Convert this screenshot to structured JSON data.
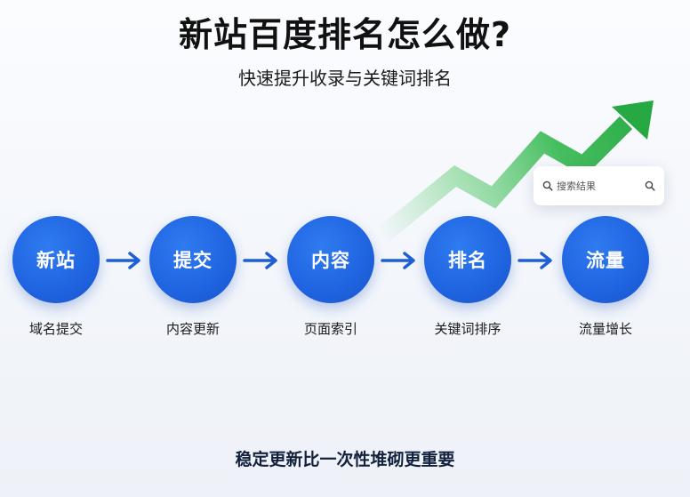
{
  "title": "新站百度排名怎么做?",
  "subtitle": "快速提升收录与关键词排名",
  "search_card": {
    "text": "搜索结果",
    "left_icon": "search-icon",
    "right_icon": "search-icon"
  },
  "steps": [
    {
      "label": "新站",
      "caption": "域名提交"
    },
    {
      "label": "提交",
      "caption": "内容更新"
    },
    {
      "label": "内容",
      "caption": "页面索引"
    },
    {
      "label": "排名",
      "caption": "关键词排序"
    },
    {
      "label": "流量",
      "caption": "流量增长"
    }
  ],
  "connector_icon": "arrow-right-icon",
  "trend_icon": "trend-up-arrow-icon",
  "footer": "稳定更新比一次性堆砌更重要",
  "colors": {
    "node_blue": "#1f63e0",
    "arrow_blue": "#1d5fd6",
    "trend_green": "#2fb24a"
  }
}
